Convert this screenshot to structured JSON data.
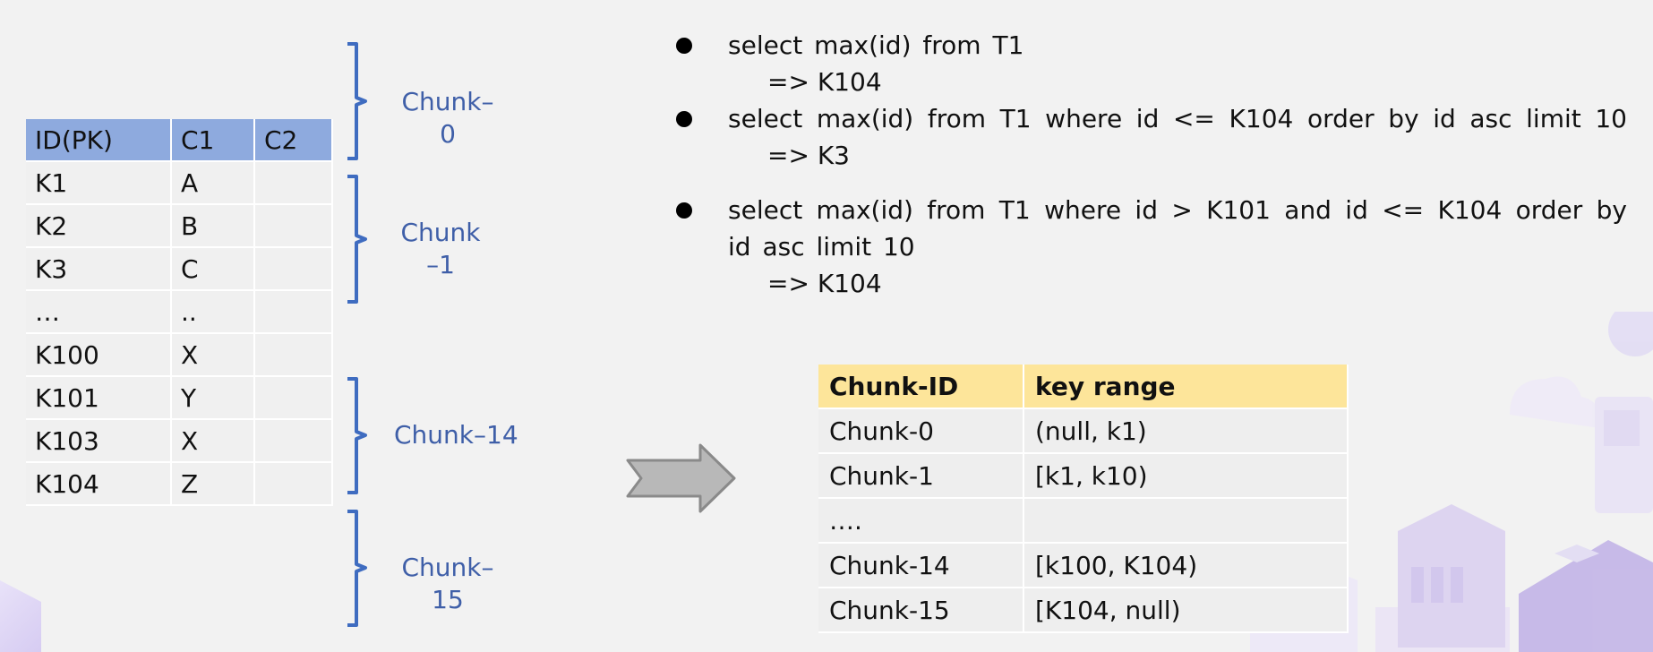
{
  "pk_table": {
    "headers": [
      "ID(PK)",
      "C1",
      "C2"
    ],
    "rows": [
      [
        "K1",
        "A",
        ""
      ],
      [
        "K2",
        "B",
        ""
      ],
      [
        "K3",
        "C",
        ""
      ],
      [
        "…",
        "..",
        ""
      ],
      [
        "K100",
        "X",
        ""
      ],
      [
        "K101",
        "Y",
        ""
      ],
      [
        "K103",
        "X",
        ""
      ],
      [
        "K104",
        "Z",
        ""
      ]
    ]
  },
  "chunk_labels": {
    "c0_line1": "Chunk–",
    "c0_line2": "0",
    "c1_line1": "Chunk",
    "c1_line2": "–1",
    "c14": "Chunk–14",
    "c15_line1": "Chunk–",
    "c15_line2": "15"
  },
  "bullets": [
    {
      "query": "select  max(id)  from  T1",
      "result": "=>   K104"
    },
    {
      "query": "select  max(id)  from  T1  where  id  <=  K104  order  by  id  asc  limit  10",
      "result": "=> K3"
    },
    {
      "query_line1": "select  max(id)  from  T1  where  id  >  K101  and  id  <=  K104  order  by",
      "query_line2": "id   asc  limit  10",
      "result": "=> K104"
    }
  ],
  "chunk_table": {
    "headers": [
      "Chunk-ID",
      "key range"
    ],
    "rows": [
      [
        "Chunk-0",
        "(null, k1)"
      ],
      [
        "Chunk-1",
        "[k1, k10)"
      ],
      [
        "….",
        ""
      ],
      [
        "Chunk-14",
        "[k100, K104)"
      ],
      [
        "Chunk-15",
        "[K104, null)"
      ]
    ]
  },
  "colors": {
    "pk_header": "#8eaade",
    "bracket": "#3f6cc0",
    "chunk_label": "#3f5fa8",
    "chunk_header": "#fde59a",
    "arrow_fill": "#b8b8b8"
  }
}
